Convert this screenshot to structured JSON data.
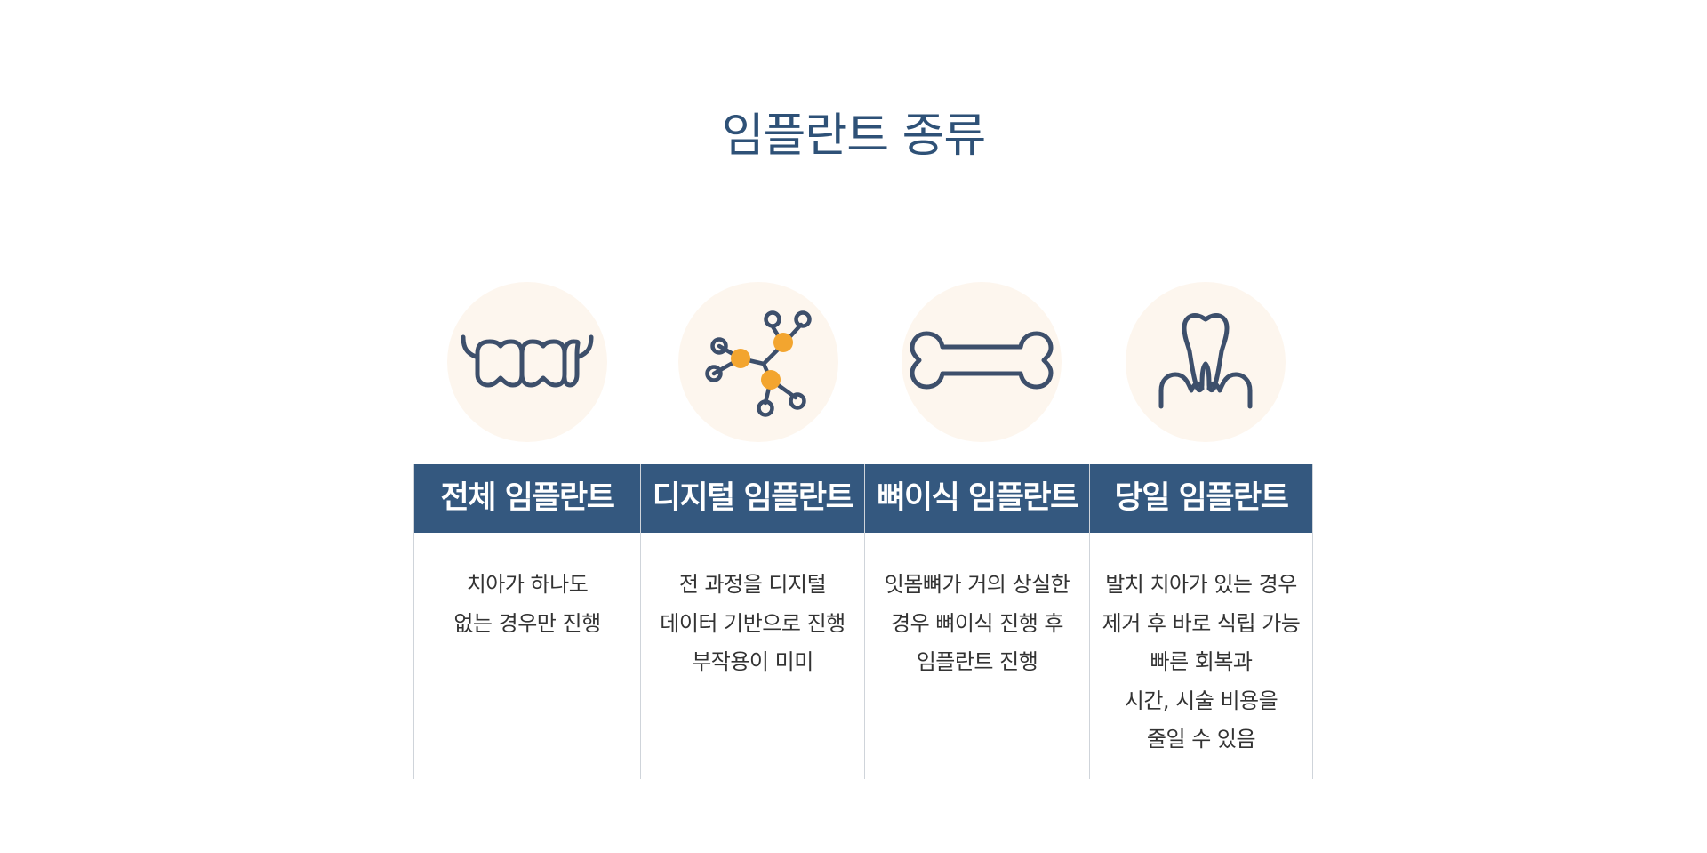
{
  "title": "임플란트 종류",
  "accent_color": "#34587f",
  "icon_bg_color": "#fdf6ee",
  "highlight_color": "#f3a52f",
  "columns": [
    {
      "icon": "teeth-icon",
      "heading": "전체 임플란트",
      "lines": [
        "치아가 하나도",
        "없는 경우만 진행"
      ]
    },
    {
      "icon": "molecule-network-icon",
      "heading": "디지털 임플란트",
      "lines": [
        "전 과정을 디지털",
        "데이터 기반으로 진행",
        "부작용이 미미"
      ]
    },
    {
      "icon": "bone-icon",
      "heading": "뼈이식 임플란트",
      "lines": [
        "잇몸뼈가 거의 상실한",
        "경우 뼈이식 진행 후",
        "임플란트 진행"
      ]
    },
    {
      "icon": "tooth-gum-icon",
      "heading": "당일 임플란트",
      "lines": [
        "발치 치아가 있는 경우",
        "제거 후 바로 식립 가능",
        "빠른 회복과",
        "시간, 시술 비용을",
        "줄일 수 있음"
      ]
    }
  ]
}
